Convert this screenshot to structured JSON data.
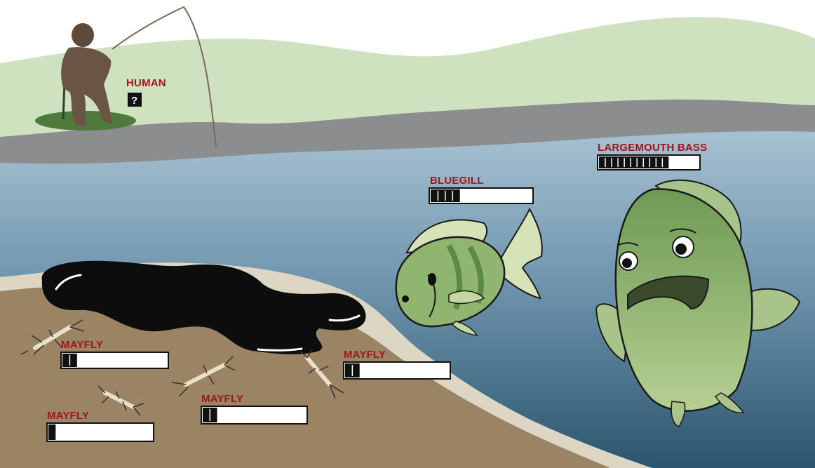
{
  "organisms": [
    {
      "name": "HUMAN",
      "level_text": "?"
    },
    {
      "name": "LARGEMOUTH BASS",
      "level": 0.7,
      "segments": 11
    },
    {
      "name": "BLUEGILL",
      "level": 0.29,
      "segments": 4
    },
    {
      "name": "MAYFLY",
      "level": 0.14,
      "segments": 2
    },
    {
      "name": "MAYFLY",
      "level": 0.14,
      "segments": 2
    },
    {
      "name": "MAYFLY",
      "level": 0.14,
      "segments": 2
    },
    {
      "name": "MAYFLY",
      "level": 0.07,
      "segments": 1
    }
  ],
  "colors": {
    "label": "#a0161b",
    "grass": "#cfe2bf",
    "shore": "#8c8d8f",
    "water_top": "#a3bfcf",
    "water_bottom": "#2e5a73",
    "sediment": "#9a8463",
    "sand": "#ddd6c4",
    "oil": "#0d0d0d",
    "fish": "#8fb571"
  }
}
